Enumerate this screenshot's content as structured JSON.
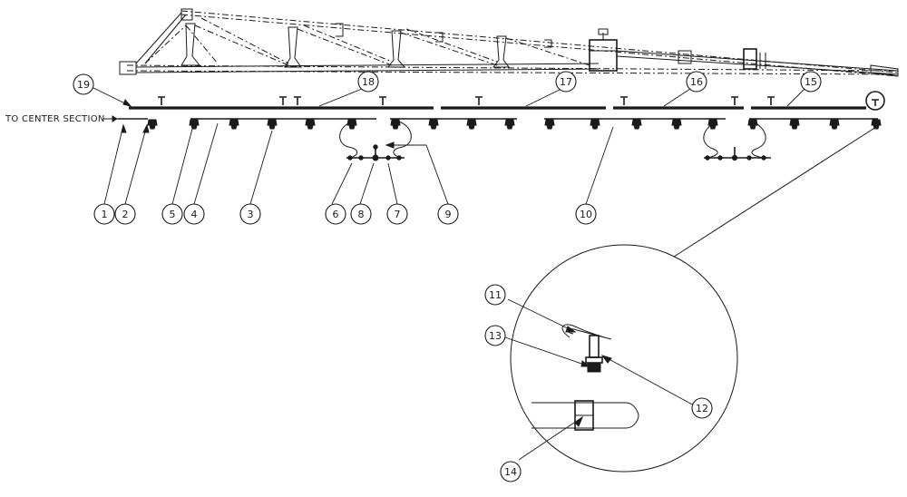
{
  "diagram": {
    "center_label": "TO CENTER SECTION",
    "part_numbers": [
      "1",
      "2",
      "3",
      "4",
      "5",
      "6",
      "7",
      "8",
      "9",
      "10",
      "11",
      "12",
      "13",
      "14",
      "15",
      "16",
      "17",
      "18",
      "19"
    ]
  }
}
